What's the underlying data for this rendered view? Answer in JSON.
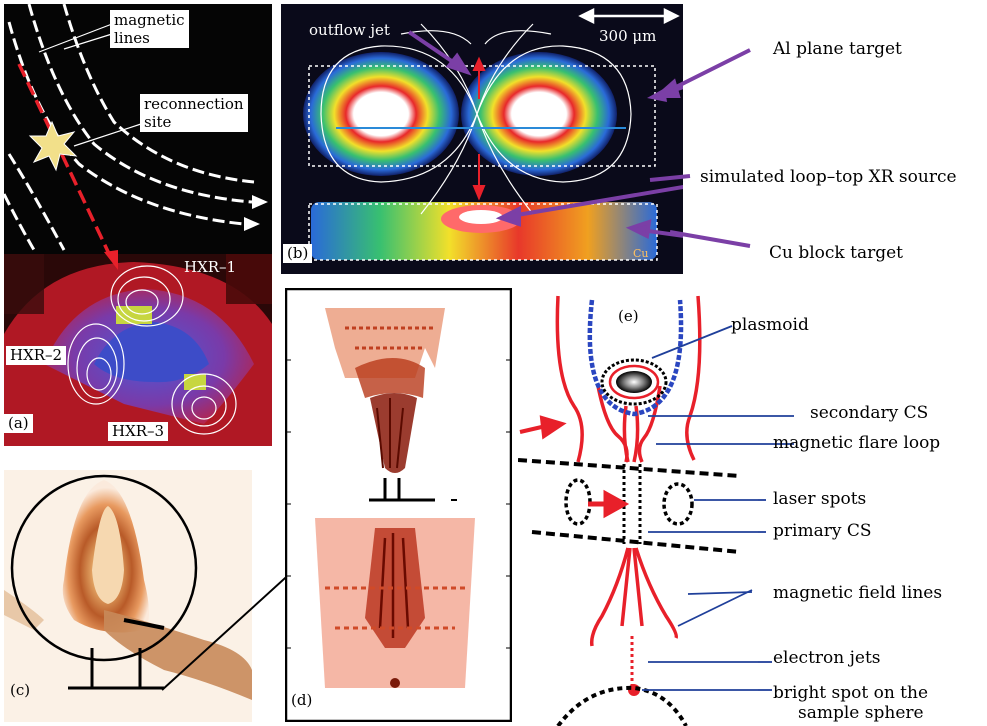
{
  "panel_a": {
    "label": "(a)",
    "magnetic_lines": "magnetic\nlines",
    "reconnection_site": "reconnection\nsite",
    "hxr1": "HXR–1",
    "hxr2": "HXR–2",
    "hxr3": "HXR–3"
  },
  "panel_b": {
    "label": "(b)",
    "scale": "300 μm",
    "outflow_jet": "outflow jet",
    "al_target": "Al plane target",
    "loop_top": "simulated loop–top XR source",
    "cu_target": "Cu block target",
    "cu_mark": "Cu"
  },
  "panel_c": {
    "label": "(c)"
  },
  "panel_d": {
    "label": "(d)"
  },
  "panel_e": {
    "label": "(e)",
    "plasmoid": "plasmoid",
    "secondary_cs": "secondary CS",
    "flare_loop": "magnetic flare loop",
    "laser_spots": "laser spots",
    "primary_cs": "primary CS",
    "field_lines": "magnetic field lines",
    "electron_jets": "electron jets",
    "bright_spot_1": "bright spot on the",
    "bright_spot_2": "sample sphere"
  },
  "colors": {
    "arrow_purple": "#7b3fa6",
    "annot_blue": "#1f3f9a",
    "red": "#e8202a"
  }
}
